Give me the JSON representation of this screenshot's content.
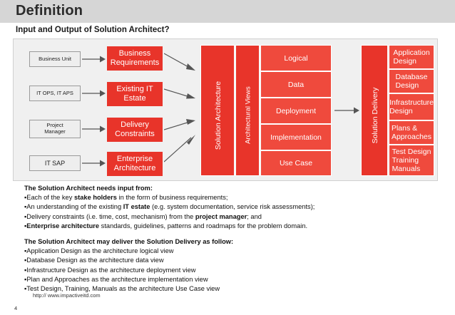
{
  "header": {
    "title": "Definition",
    "subtitle": "Input and Output of Solution Architect?"
  },
  "diagram": {
    "inputs": [
      {
        "label": "Business Unit"
      },
      {
        "label": "IT OPS, IT APS"
      },
      {
        "label": "Project\nManager"
      },
      {
        "label": "IT SAP"
      }
    ],
    "artifacts": [
      {
        "label": "Business\nRequirements"
      },
      {
        "label": "Existing IT\nEstate"
      },
      {
        "label": "Delivery\nConstraints"
      },
      {
        "label": "Enterprise\nArchitecture"
      }
    ],
    "center_label": "Solution Architecture",
    "views_label": "Architectural Views",
    "views": [
      "Logical",
      "Data",
      "Deployment",
      "Implementation",
      "Use Case"
    ],
    "delivery_label": "Solution Delivery",
    "deliverables": [
      "Application\nDesign",
      "Database\nDesign",
      "Infrastructure\nDesign",
      "Plans &\nApproaches",
      "Test Design\nTraining\nManuals"
    ]
  },
  "body": {
    "input_heading": "The Solution Architect needs input from:",
    "input_items": [
      {
        "pre": "Each of the key ",
        "bold": "stake holders",
        "post": " in the form of business requirements;"
      },
      {
        "pre": "An understanding of the existing ",
        "bold": "IT estate",
        "post": " (e.g. system documentation, service risk assessments);"
      },
      {
        "pre": "Delivery constraints (i.e. time, cost, mechanism) from the ",
        "bold": "project manager",
        "post": "; and"
      },
      {
        "pre": "",
        "bold": "Enterprise architecture",
        "post": " standards, guidelines, patterns and roadmaps for the problem domain."
      }
    ],
    "output_heading": "The Solution Architect may deliver the Solution Delivery as follow:",
    "output_items": [
      "Application Design as the architecture logical view",
      "Database Design as the architecture data view",
      "Infrastructure Design as the architecture deployment view",
      "Plan and Approaches as the architecture implementation view",
      "Test Design, Training, Manuals as the architecture Use Case view"
    ]
  },
  "footer": {
    "url": "http:// www.impactiveitd.com",
    "page_number": "4"
  },
  "colors": {
    "header_band": "#d6d6d6",
    "red": "#e8342a",
    "red_soft": "#ef4a3d",
    "panel_bg": "#f0f0f0"
  }
}
